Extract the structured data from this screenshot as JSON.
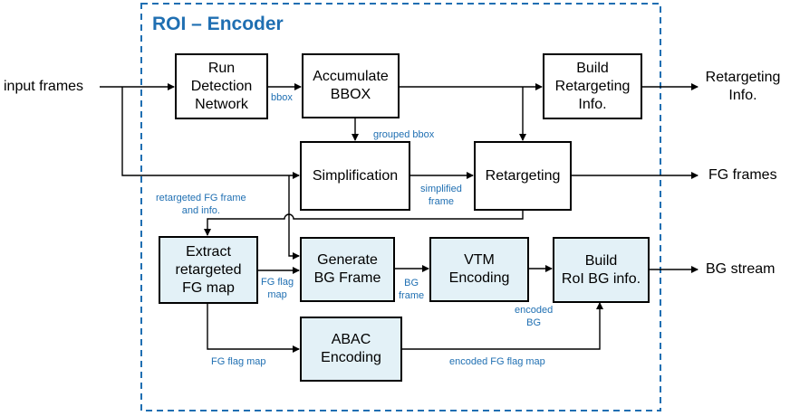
{
  "title": "ROI – Encoder",
  "inputs": {
    "input_frames": "input frames"
  },
  "outputs": {
    "retargeting_info": "Retargeting\nInfo.",
    "fg_frames": "FG frames",
    "bg_stream": "BG stream"
  },
  "blocks": {
    "run_detection": "Run\nDetection\nNetwork",
    "accumulate_bbox": "Accumulate\nBBOX",
    "build_retargeting": "Build\nRetargeting\nInfo.",
    "simplification": "Simplification",
    "retargeting": "Retargeting",
    "extract_fg_map": "Extract\nretargeted\nFG map",
    "generate_bg": "Generate\nBG Frame",
    "vtm_encoding": "VTM\nEncoding",
    "build_roi_bg": "Build\nRoI BG info.",
    "abac_encoding": "ABAC\nEncoding"
  },
  "edge_labels": {
    "bbox": "bbox",
    "grouped_bbox": "grouped bbox",
    "simplified_frame": "simplified\nframe",
    "retargeted_fg_frame": "retargeted FG frame\nand info.",
    "fg_flag_map_1": "FG flag\nmap",
    "bg_frame": "BG\nframe",
    "encoded_bg": "encoded\nBG",
    "fg_flag_map_2": "FG flag map",
    "encoded_fg_flag_map": "encoded FG flag map"
  },
  "colors": {
    "accent": "#1f6fb2",
    "block_fill": "#e3f1f7",
    "line": "#000000"
  }
}
